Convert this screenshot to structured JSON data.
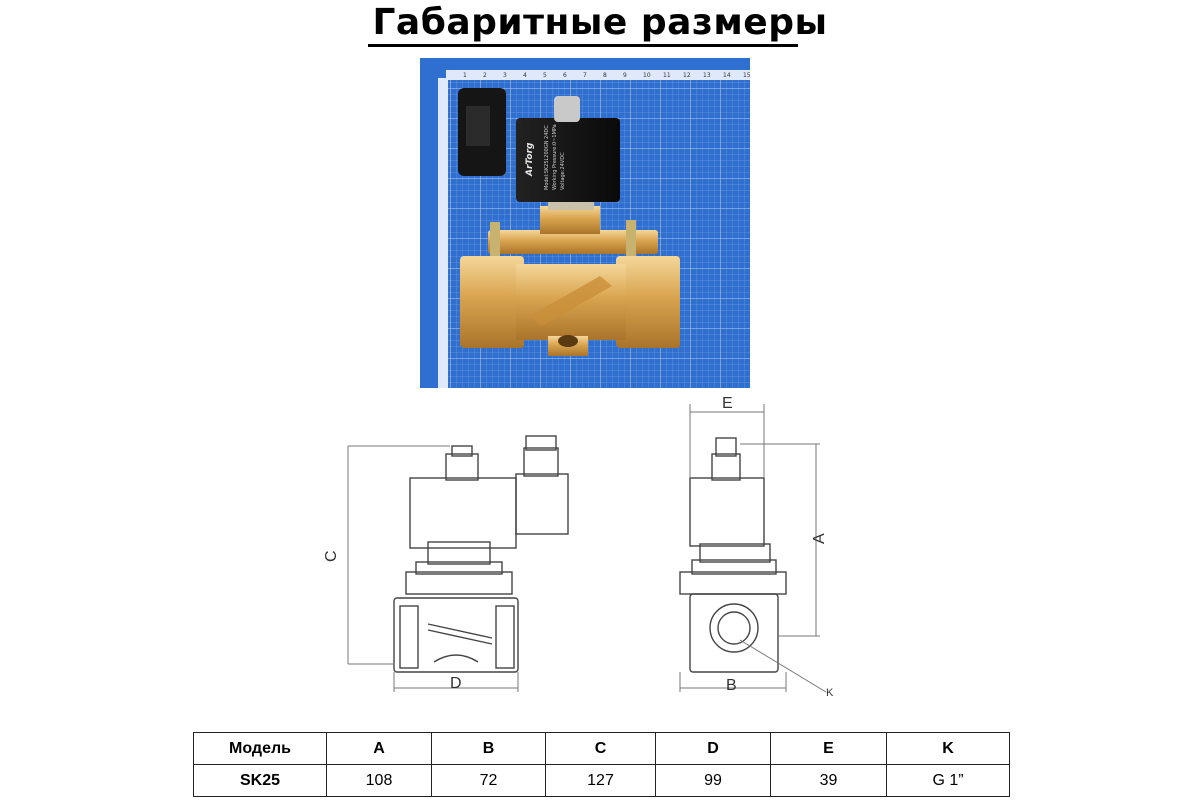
{
  "page": {
    "title": "Габаритные размеры"
  },
  "photo": {
    "ruler_numbers": [
      "1",
      "2",
      "3",
      "4",
      "5",
      "6",
      "7",
      "8",
      "9",
      "10",
      "11",
      "12",
      "13",
      "14",
      "15"
    ],
    "colors": {
      "grid_background": "#2f6fd0",
      "brass": "#d9a44f",
      "coil": "#111111"
    },
    "label": {
      "brand": "ArTorg",
      "model": "Model:SK25L200GN 24DC",
      "pressure": "Working Pressure:0~1MPa",
      "voltage": "Voltage:24VDC"
    }
  },
  "drawing": {
    "labels": {
      "a": "A",
      "b": "B",
      "c": "C",
      "d": "D",
      "e": "E",
      "k": "K"
    }
  },
  "table": {
    "headers": [
      "Модель",
      "A",
      "B",
      "C",
      "D",
      "E",
      "K"
    ],
    "row": [
      "SK25",
      "108",
      "72",
      "127",
      "99",
      "39",
      "G 1”"
    ]
  }
}
